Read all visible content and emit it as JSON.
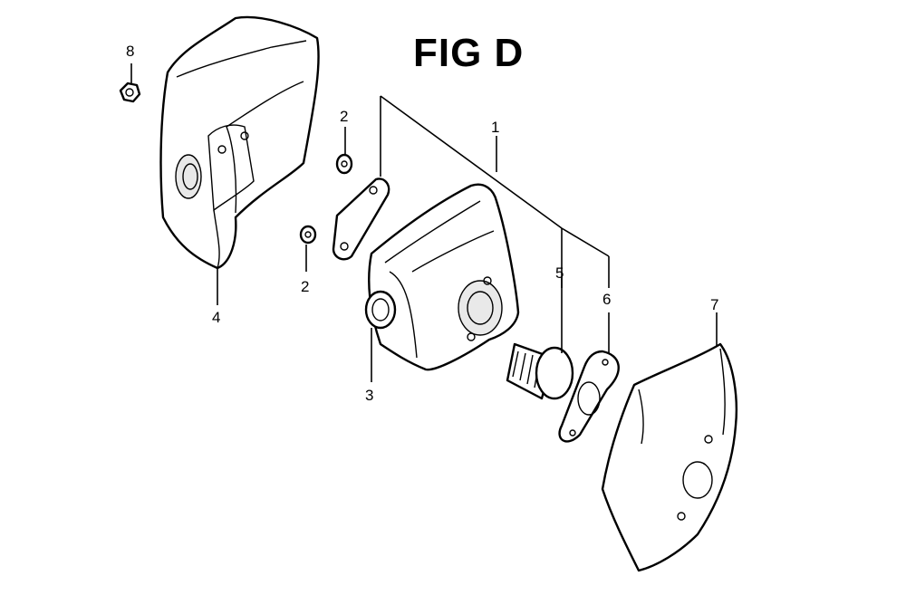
{
  "title": "FIG D",
  "callouts": {
    "c1": "1",
    "c2a": "2",
    "c2b": "2",
    "c3": "3",
    "c4": "4",
    "c5": "5",
    "c6": "6",
    "c7": "7",
    "c8": "8"
  }
}
